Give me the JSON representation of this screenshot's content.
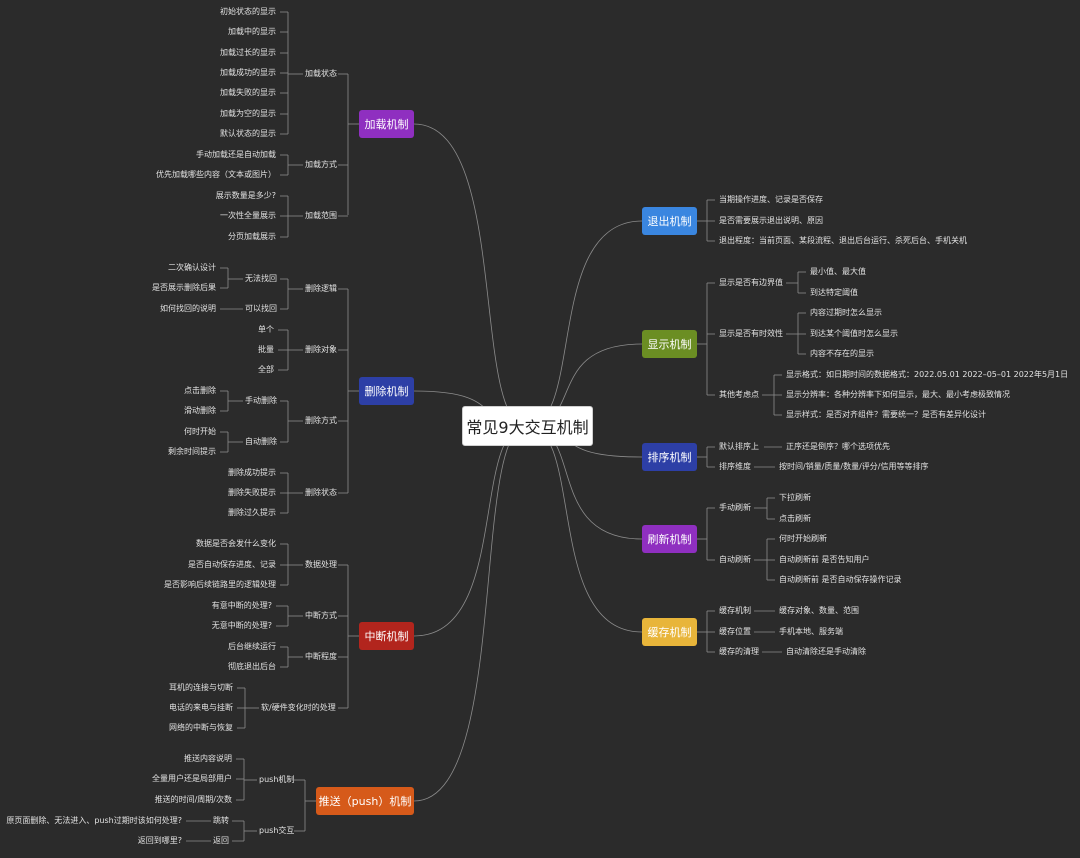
{
  "root": "常见9大交互机制",
  "colors": {
    "background": "#2b2b2b",
    "line": "#8c8c8c",
    "load": "#8f2fc0",
    "delete": "#2d3fa6",
    "interrupt": "#b2251d",
    "push": "#d65a1a",
    "exit": "#3a86e0",
    "display": "#6b8e23",
    "sort": "#2d3fa6",
    "refresh": "#8f2fc0",
    "cache": "#e8b53a"
  },
  "branches": {
    "load": {
      "label": "加载机制",
      "groups": {
        "state": {
          "label": "加载状态",
          "items": [
            "初始状态的显示",
            "加载中的显示",
            "加载过长的显示",
            "加载成功的显示",
            "加载失败的显示",
            "加载为空的显示",
            "默认状态的显示"
          ]
        },
        "mode": {
          "label": "加载方式",
          "items": [
            "手动加载还是自动加载",
            "优先加载哪些内容（文本或图片）"
          ]
        },
        "range": {
          "label": "加载范围",
          "items": [
            "展示数量是多少?",
            "一次性全量展示",
            "分页加载展示"
          ]
        }
      }
    },
    "delete": {
      "label": "删除机制",
      "groups": {
        "logic": {
          "label": "删除逻辑",
          "sub": [
            {
              "label": "无法找回",
              "items": [
                "二次确认设计",
                "是否展示删除后果"
              ]
            },
            {
              "label": "可以找回",
              "items": [
                "如何找回的说明"
              ]
            }
          ]
        },
        "object": {
          "label": "删除对象",
          "items": [
            "单个",
            "批量",
            "全部"
          ]
        },
        "method": {
          "label": "删除方式",
          "sub": [
            {
              "label": "手动删除",
              "items": [
                "点击删除",
                "滑动删除"
              ]
            },
            {
              "label": "自动删除",
              "items": [
                "何时开始",
                "剩余时间提示"
              ]
            }
          ]
        },
        "state": {
          "label": "删除状态",
          "items": [
            "删除成功提示",
            "删除失败提示",
            "删除过久提示"
          ]
        }
      }
    },
    "interrupt": {
      "label": "中断机制",
      "groups": {
        "data": {
          "label": "数据处理",
          "items": [
            "数据是否会发什么变化",
            "是否自动保存进度、记录",
            "是否影响后续链路里的逻辑处理"
          ]
        },
        "mode": {
          "label": "中断方式",
          "items": [
            "有意中断的处理?",
            "无意中断的处理?"
          ]
        },
        "degree": {
          "label": "中断程度",
          "items": [
            "后台继续运行",
            "彻底退出后台"
          ]
        },
        "hw": {
          "label": "软/硬件变化时的处理",
          "items": [
            "耳机的连接与切断",
            "电话的来电与挂断",
            "网络的中断与恢复"
          ]
        }
      }
    },
    "push": {
      "label": "推送（push）机制",
      "groups": {
        "mech": {
          "label": "push机制",
          "items": [
            "推送内容说明",
            "全量用户还是局部用户",
            "推送的时间/周期/次数"
          ]
        },
        "interact": {
          "label": "push交互",
          "sub": [
            {
              "label": "跳转",
              "items": [
                "原页面删除、无法进入、push过期时该如何处理?"
              ]
            },
            {
              "label": "返回",
              "items": [
                "返回到哪里?"
              ]
            }
          ]
        }
      }
    },
    "exit": {
      "label": "退出机制",
      "items": [
        "当期操作进度、记录是否保存",
        "是否需要展示退出说明、原因",
        "退出程度：当前页面、某段流程、退出后台运行、杀死后台、手机关机"
      ]
    },
    "display": {
      "label": "显示机制",
      "groups": {
        "bound": {
          "label": "显示是否有边界值",
          "items": [
            "最小值、最大值",
            "到达特定阈值"
          ]
        },
        "time": {
          "label": "显示是否有时效性",
          "items": [
            "内容过期时怎么显示",
            "到达某个阈值时怎么显示",
            "内容不存在的显示"
          ]
        },
        "other": {
          "label": "其他考虑点",
          "items": [
            "显示格式：如日期时间的数据格式：2022.05.01 2022–05–01 2022年5月1日",
            "显示分辨率：各种分辨率下如何显示，最大、最小考虑极致情况",
            "显示样式：是否对齐组件？需要统一？是否有差异化设计"
          ]
        }
      }
    },
    "sort": {
      "label": "排序机制",
      "groups": {
        "default": {
          "label": "默认排序上",
          "items": [
            "正序还是倒序？哪个选项优先"
          ]
        },
        "dim": {
          "label": "排序维度",
          "items": [
            "按时间/销量/质量/数量/评分/信用等等排序"
          ]
        }
      }
    },
    "refresh": {
      "label": "刷新机制",
      "groups": {
        "manual": {
          "label": "手动刷新",
          "items": [
            "下拉刷新",
            "点击刷新"
          ]
        },
        "auto": {
          "label": "自动刷新",
          "items": [
            "何时开始刷新",
            "自动刷新前 是否告知用户",
            "自动刷新前 是否自动保存操作记录"
          ]
        }
      }
    },
    "cache": {
      "label": "缓存机制",
      "groups": {
        "mech": {
          "label": "缓存机制",
          "items": [
            "缓存对象、数量、范围"
          ]
        },
        "pos": {
          "label": "缓存位置",
          "items": [
            "手机本地、服务端"
          ]
        },
        "clean": {
          "label": "缓存的清理",
          "items": [
            "自动清除还是手动清除"
          ]
        }
      }
    }
  }
}
